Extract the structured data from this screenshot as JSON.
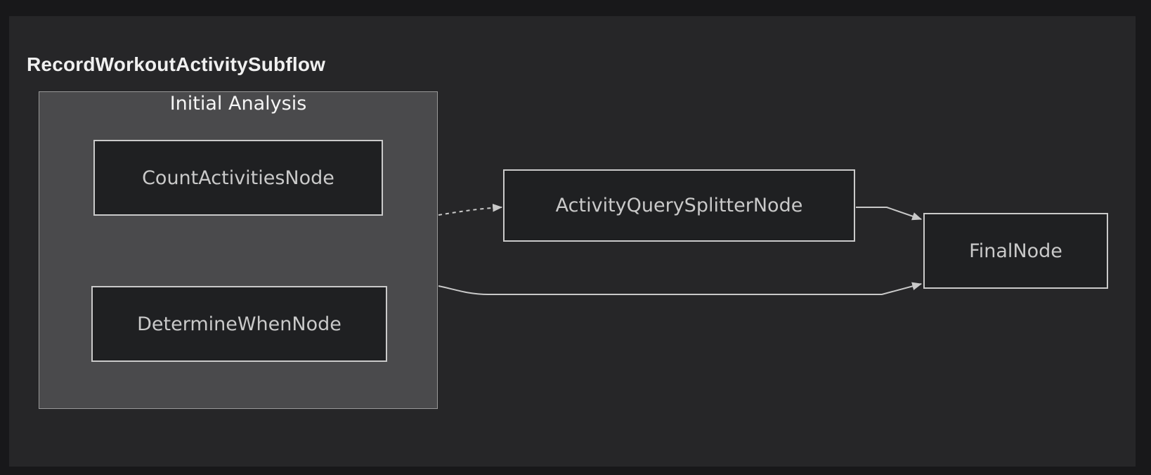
{
  "diagram": {
    "title": "RecordWorkoutActivitySubflow",
    "cluster": {
      "label": "Initial Analysis",
      "node_keys": [
        "count_activities",
        "determine_when"
      ]
    },
    "nodes": {
      "count_activities": {
        "label": "CountActivitiesNode"
      },
      "determine_when": {
        "label": "DetermineWhenNode"
      },
      "activity_query_splitter": {
        "label": "ActivityQuerySplitterNode"
      },
      "final": {
        "label": "FinalNode"
      }
    },
    "edges": [
      {
        "from": "Initial Analysis",
        "to": "ActivityQuerySplitterNode",
        "style": "dashed",
        "arrow": "filled-triangle"
      },
      {
        "from": "ActivityQuerySplitterNode",
        "to": "FinalNode",
        "style": "solid",
        "arrow": "filled-triangle"
      },
      {
        "from": "Initial Analysis",
        "to": "FinalNode",
        "style": "solid",
        "arrow": "filled-triangle"
      }
    ],
    "colors": {
      "canvas_bg": "#18181a",
      "diagram_bg": "#262628",
      "cluster_fill": "#4a4a4c",
      "cluster_border": "#999999",
      "node_fill": "#1f2022",
      "node_border": "#cacaca",
      "node_text": "#c9c9c9",
      "edge": "#c9c9c9",
      "title_text": "#f0f0f0",
      "cluster_label_text": "#f5f5f5"
    }
  }
}
